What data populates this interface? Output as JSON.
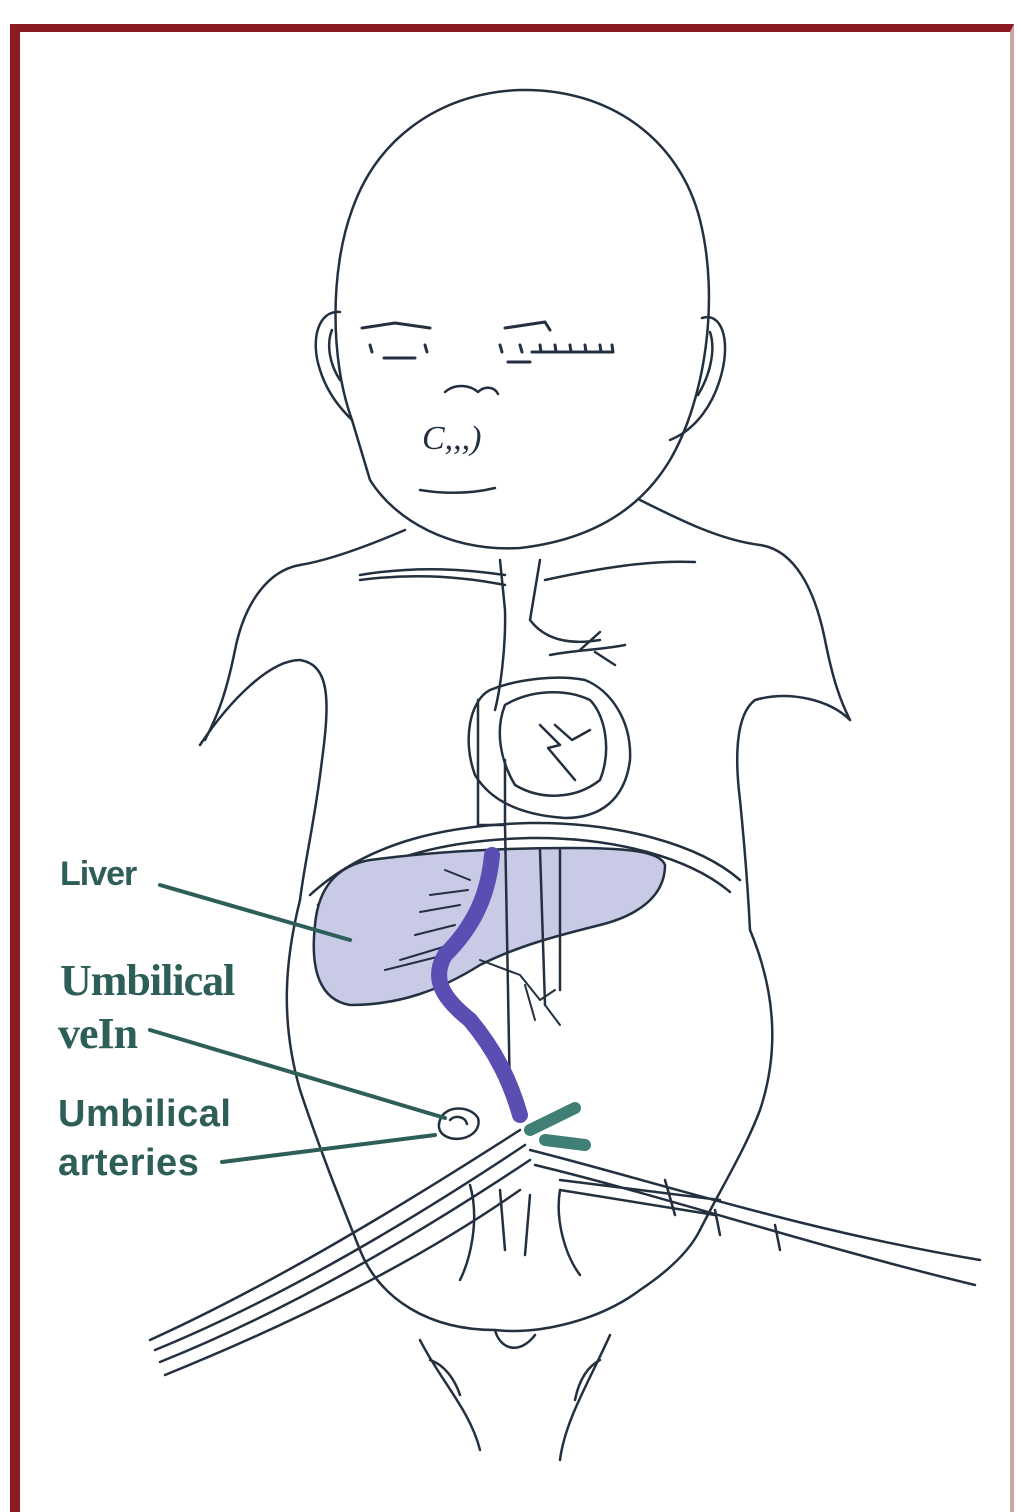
{
  "figure": {
    "frame_color": "#8b1a22",
    "line_color": "#23303f",
    "liver_fill": "#c9cbe6",
    "vein_color": "#5b4eb3",
    "artery_color": "#3f7f76",
    "label_color": "#2e5e58"
  },
  "face": {
    "mouth_mark": "C,,,)"
  },
  "labels": {
    "liver": "Liver",
    "umbilical_vein_line1": "Umbilical",
    "umbilical_vein_line2": "veIn",
    "umbilical_arteries_line1": "Umbilical",
    "umbilical_arteries_line2": "arteries"
  }
}
